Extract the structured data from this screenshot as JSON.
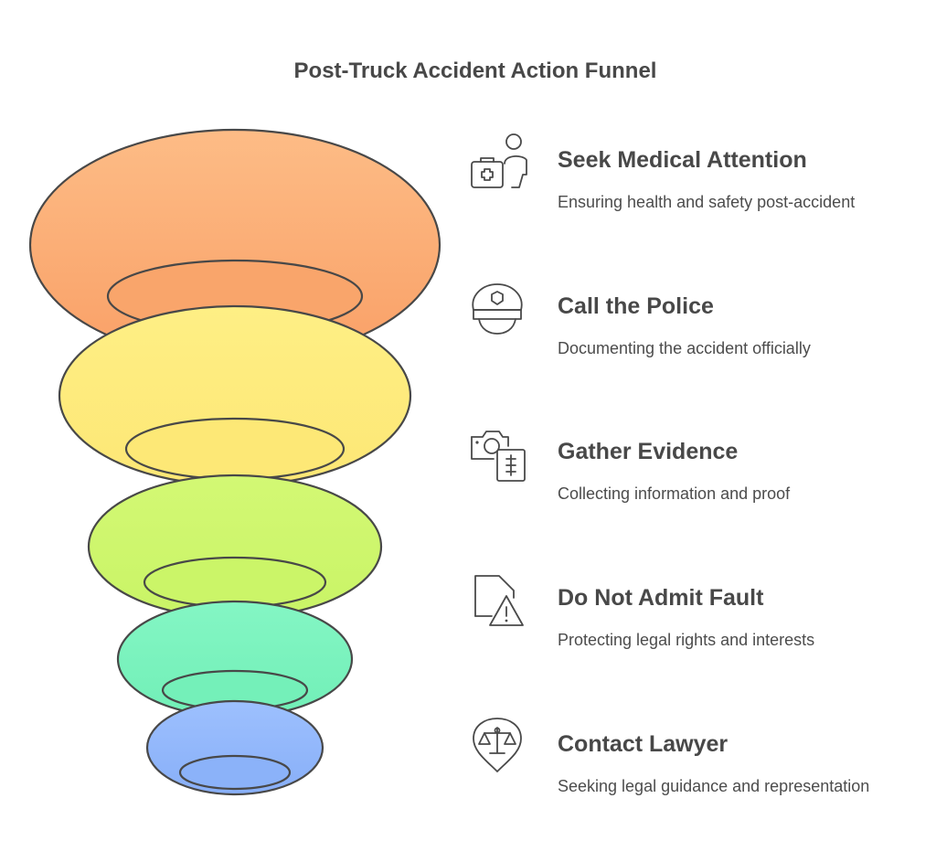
{
  "title": "Post-Truck Accident Action Funnel",
  "colors": {
    "outline": "#484848",
    "layers": [
      "#FDBC86",
      "#FEEF85",
      "#D3F874",
      "#84F6C4",
      "#9DC0FE"
    ],
    "layer_shades": [
      "#F9A067",
      "#FDE775",
      "#C9F466",
      "#71EFB7",
      "#88AFF8"
    ]
  },
  "steps": [
    {
      "title": "Seek Medical Attention",
      "description": "Ensuring health and safety post-accident",
      "icon": "medical-kit-person-icon"
    },
    {
      "title": "Call the Police",
      "description": "Documenting the accident officially",
      "icon": "police-cap-icon"
    },
    {
      "title": "Gather Evidence",
      "description": "Collecting information and proof",
      "icon": "camera-document-icon"
    },
    {
      "title": "Do Not Admit Fault",
      "description": "Protecting legal rights and interests",
      "icon": "document-warning-icon"
    },
    {
      "title": "Contact Lawyer",
      "description": "Seeking legal guidance and representation",
      "icon": "scales-pin-icon"
    }
  ]
}
